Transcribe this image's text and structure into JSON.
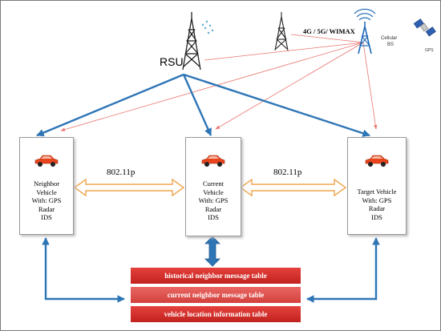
{
  "labels": {
    "rsu": "RSU",
    "network": "4G / 5G/ WIMAX",
    "cellular": [
      "Cellular",
      "BS"
    ],
    "gps": "GPS",
    "link_left": "802.11p",
    "link_right": "802.11p"
  },
  "vehicles": [
    {
      "lines": [
        "Neighbor",
        "Vehicle",
        "With: GPS",
        "Radar",
        "IDS"
      ]
    },
    {
      "lines": [
        "Current",
        "Vehicle",
        "With: GPS",
        "Radar",
        "IDS"
      ]
    },
    {
      "lines": [
        "Target Vehicle",
        "With: GPS",
        "Radar",
        "IDS"
      ]
    }
  ],
  "tables": [
    "historical neighbor message table",
    "current neighbor message table",
    "vehicle location information table"
  ],
  "colors": {
    "blue_arrow": "#2e75b6",
    "red_link": "#e8756f",
    "orange_arrow": "#f0a64f",
    "table_red": "#d3302c",
    "car_body": "#e8441e"
  }
}
